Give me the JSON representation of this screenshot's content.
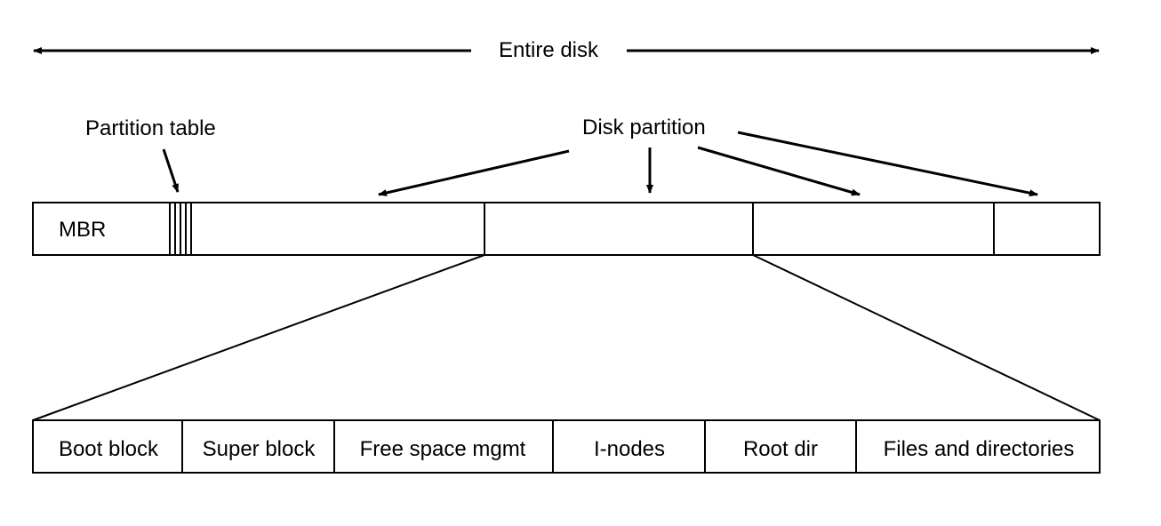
{
  "diagram": {
    "entire_disk_label": "Entire disk",
    "partition_table_label": "Partition table",
    "disk_partition_label": "Disk partition",
    "mbr_label": "MBR",
    "partition_blocks": [
      "Boot block",
      "Super block",
      "Free space mgmt",
      "I-nodes",
      "Root dir",
      "Files and directories"
    ]
  },
  "colors": {
    "stroke": "#000000",
    "background": "#ffffff"
  }
}
